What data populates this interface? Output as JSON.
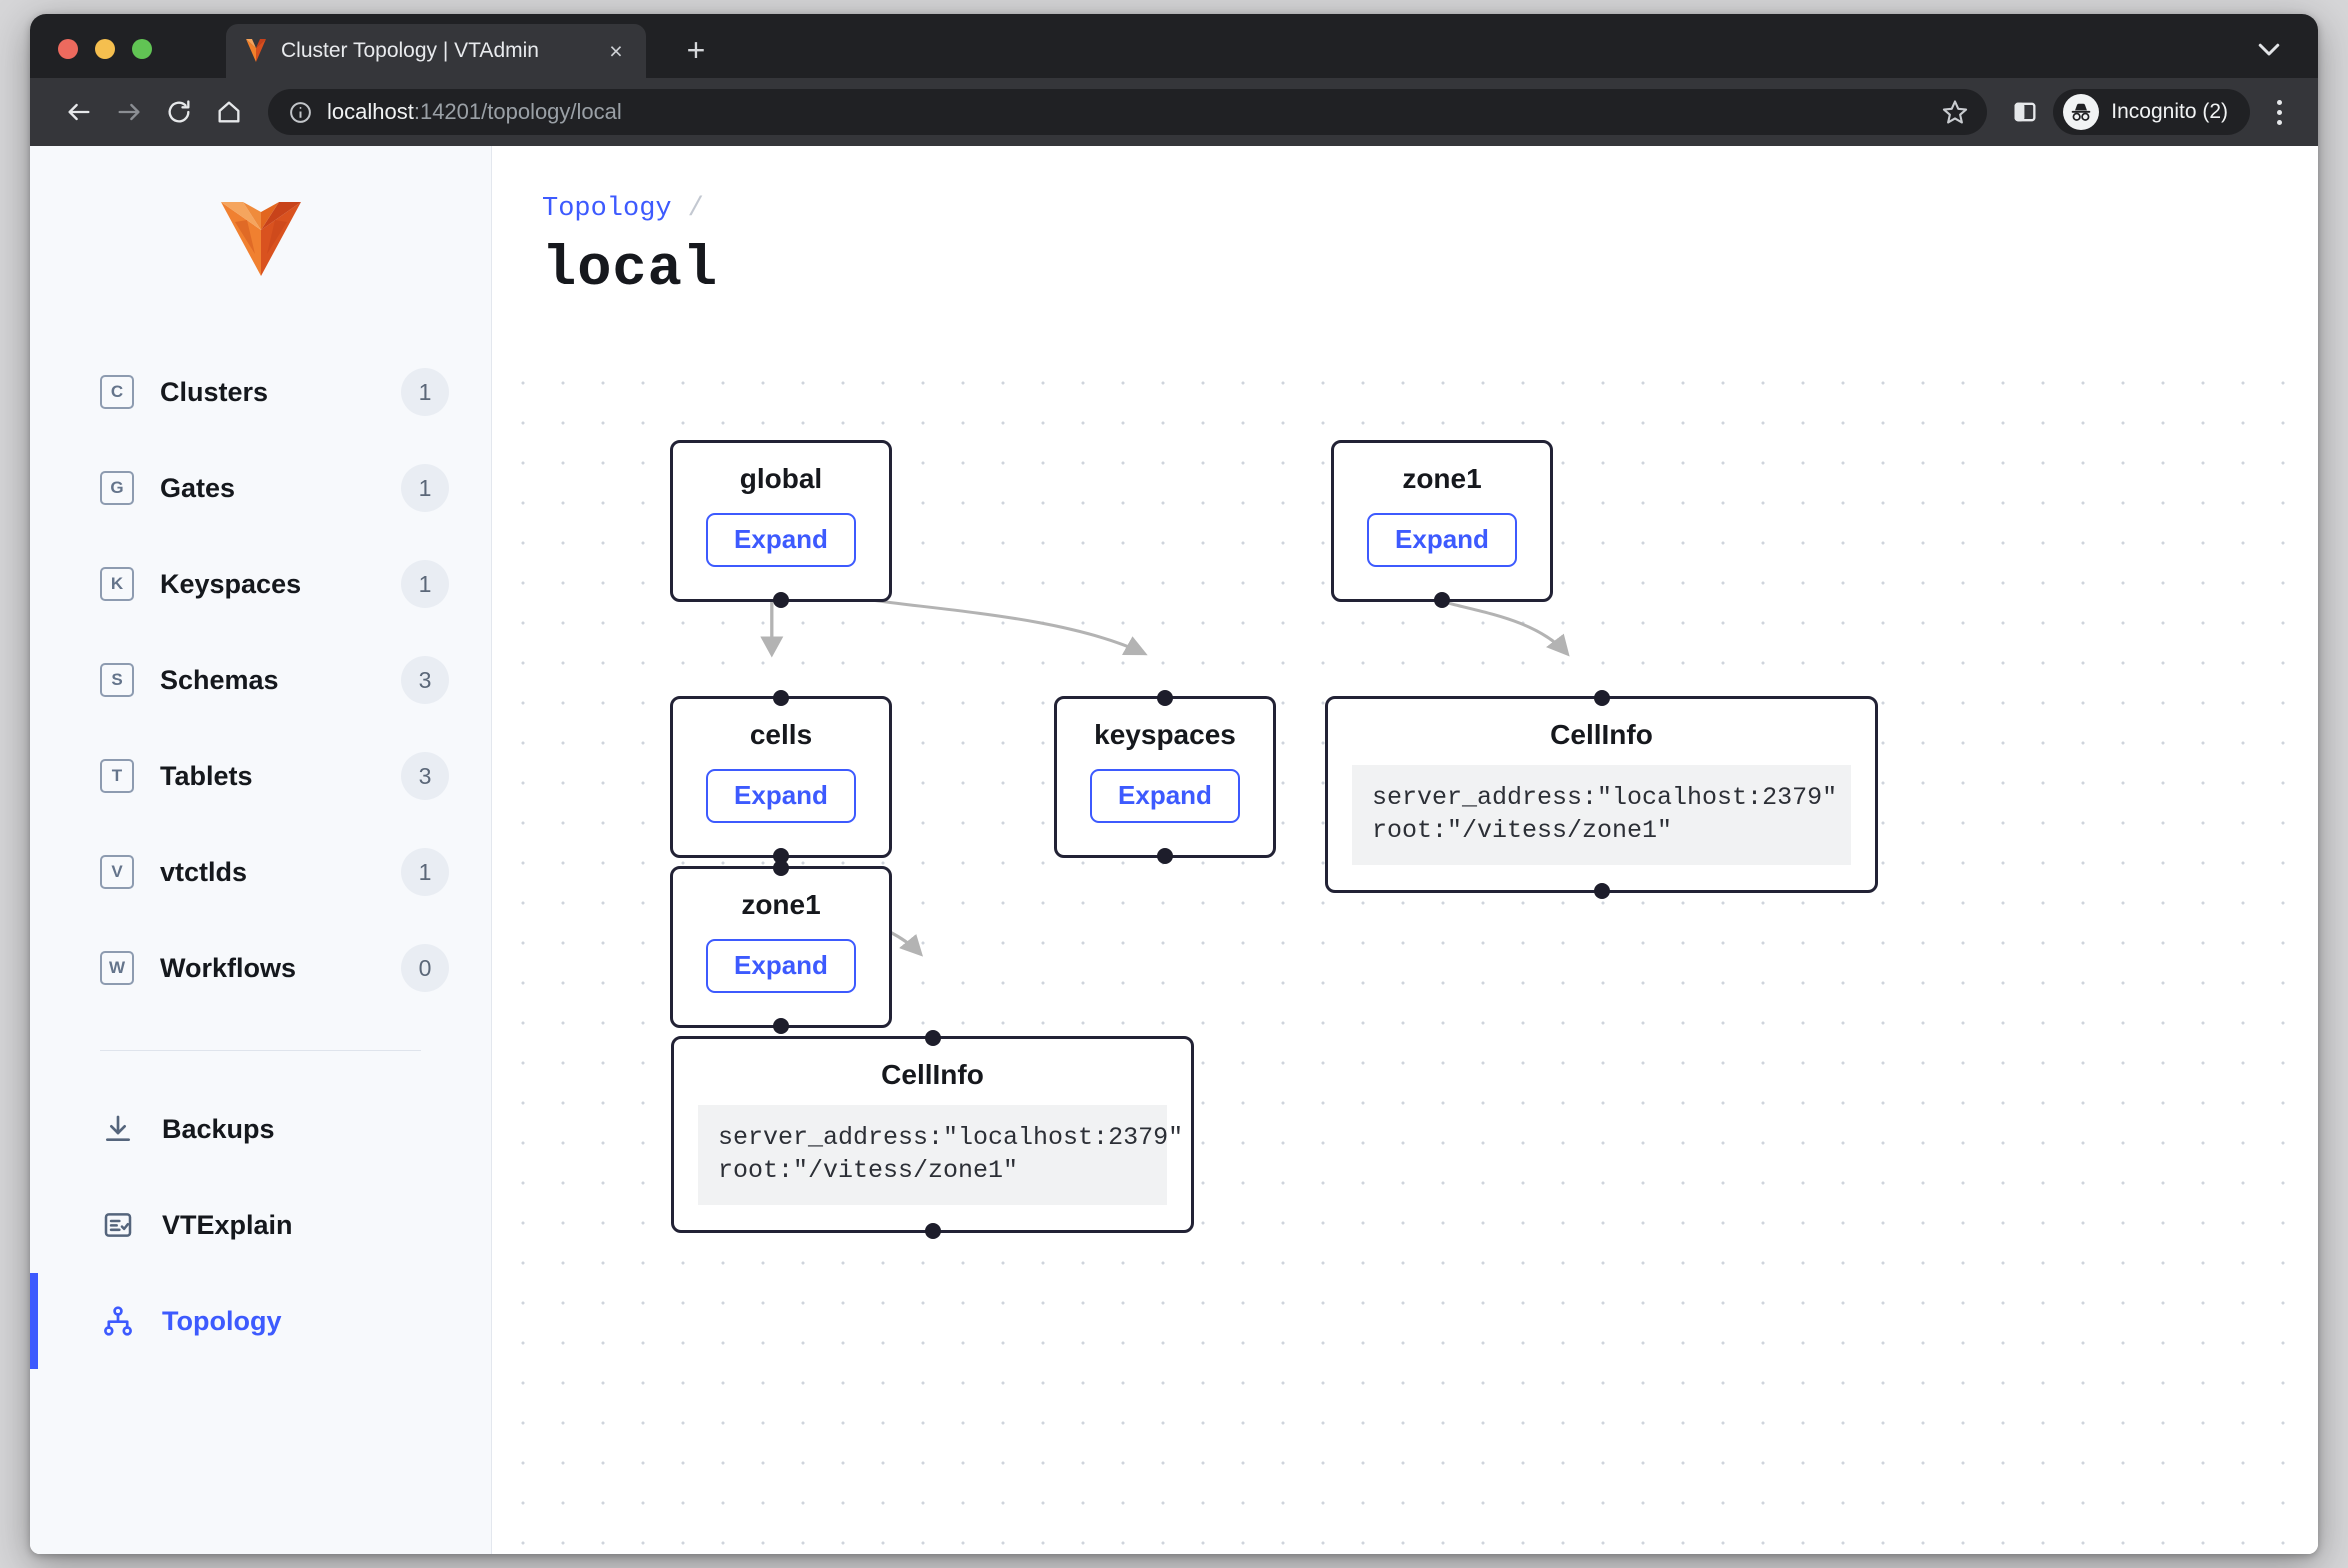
{
  "browser": {
    "tab": {
      "title": "Cluster Topology | VTAdmin",
      "favicon": "vitess-logo-icon",
      "close": "×"
    },
    "new_tab_label": "+",
    "tabstrip_chevron": "chevron-down-icon",
    "toolbar": {
      "back": "back-arrow-icon",
      "forward": "forward-arrow-icon",
      "reload": "reload-icon",
      "home": "home-icon",
      "info": "site-info-icon",
      "url_host": "localhost",
      "url_rest": ":14201/topology/local",
      "bookmark": "star-icon",
      "side_panel": "side-panel-icon",
      "profile_label": "Incognito (2)",
      "profile_icon": "incognito-icon",
      "menu": "kebab-menu-icon"
    }
  },
  "sidebar": {
    "logo": "vitess-logo",
    "items": [
      {
        "label": "Clusters",
        "icon": "C",
        "count": "1",
        "type": "letter",
        "active": false
      },
      {
        "label": "Gates",
        "icon": "G",
        "count": "1",
        "type": "letter",
        "active": false
      },
      {
        "label": "Keyspaces",
        "icon": "K",
        "count": "1",
        "type": "letter",
        "active": false
      },
      {
        "label": "Schemas",
        "icon": "S",
        "count": "3",
        "type": "letter",
        "active": false
      },
      {
        "label": "Tablets",
        "icon": "T",
        "count": "3",
        "type": "letter",
        "active": false
      },
      {
        "label": "vtctlds",
        "icon": "V",
        "count": "1",
        "type": "letter",
        "active": false
      },
      {
        "label": "Workflows",
        "icon": "W",
        "count": "0",
        "type": "letter",
        "active": false
      }
    ],
    "secondary_items": [
      {
        "label": "Backups",
        "icon": "download-icon",
        "active": false
      },
      {
        "label": "VTExplain",
        "icon": "checklist-icon",
        "active": false
      },
      {
        "label": "Topology",
        "icon": "sitemap-icon",
        "active": true
      }
    ]
  },
  "main": {
    "breadcrumb_link": "Topology",
    "breadcrumb_separator": "/",
    "title": "local"
  },
  "graph": {
    "expand_label": "Expand",
    "nodes": [
      {
        "id": "global",
        "label": "global",
        "kind": "expandable"
      },
      {
        "id": "cells",
        "label": "cells",
        "kind": "expandable"
      },
      {
        "id": "keyspaces",
        "label": "keyspaces",
        "kind": "expandable"
      },
      {
        "id": "zone1_left",
        "label": "zone1",
        "kind": "expandable"
      },
      {
        "id": "cellinfo_bottom",
        "label": "CellInfo",
        "kind": "info",
        "code": "server_address:\"localhost:2379\"\nroot:\"/vitess/zone1\""
      },
      {
        "id": "zone1_right",
        "label": "zone1",
        "kind": "expandable"
      },
      {
        "id": "cellinfo_right",
        "label": "CellInfo",
        "kind": "info",
        "code": "server_address:\"localhost:2379\"\nroot:\"/vitess/zone1\""
      }
    ],
    "edges": [
      {
        "from": "global",
        "to": "cells"
      },
      {
        "from": "global",
        "to": "keyspaces"
      },
      {
        "from": "cells",
        "to": "zone1_left"
      },
      {
        "from": "zone1_left",
        "to": "cellinfo_bottom"
      },
      {
        "from": "zone1_right",
        "to": "cellinfo_right"
      }
    ]
  },
  "colors": {
    "accent": "#3d5afe",
    "node_border": "#222235",
    "edge": "#b3b3b3",
    "sidebar_bg": "#f7f9fc",
    "chrome_dark": "#202124",
    "chrome_toolbar": "#35363a"
  }
}
